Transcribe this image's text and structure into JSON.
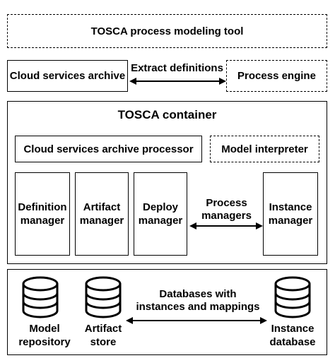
{
  "tool": {
    "label": "TOSCA process modeling tool"
  },
  "csar": {
    "label": "Cloud services archive"
  },
  "extract": {
    "label": "Extract definitions"
  },
  "process_engine": {
    "label": "Process engine"
  },
  "container": {
    "title": "TOSCA container",
    "csar_processor": "Cloud services archive processor",
    "model_interpreter": "Model interpreter",
    "definition_manager": "Definition\nmanager",
    "artifact_manager": "Artifact\nmanager",
    "deploy_manager": "Deploy\nmanager",
    "process_managers": "Process\nmanagers",
    "instance_manager": "Instance\nmanager"
  },
  "storage": {
    "model_repository": "Model\nrepository",
    "artifact_store": "Artifact\nstore",
    "databases_label": "Databases with\ninstances and mappings",
    "instance_database": "Instance\ndatabase"
  }
}
